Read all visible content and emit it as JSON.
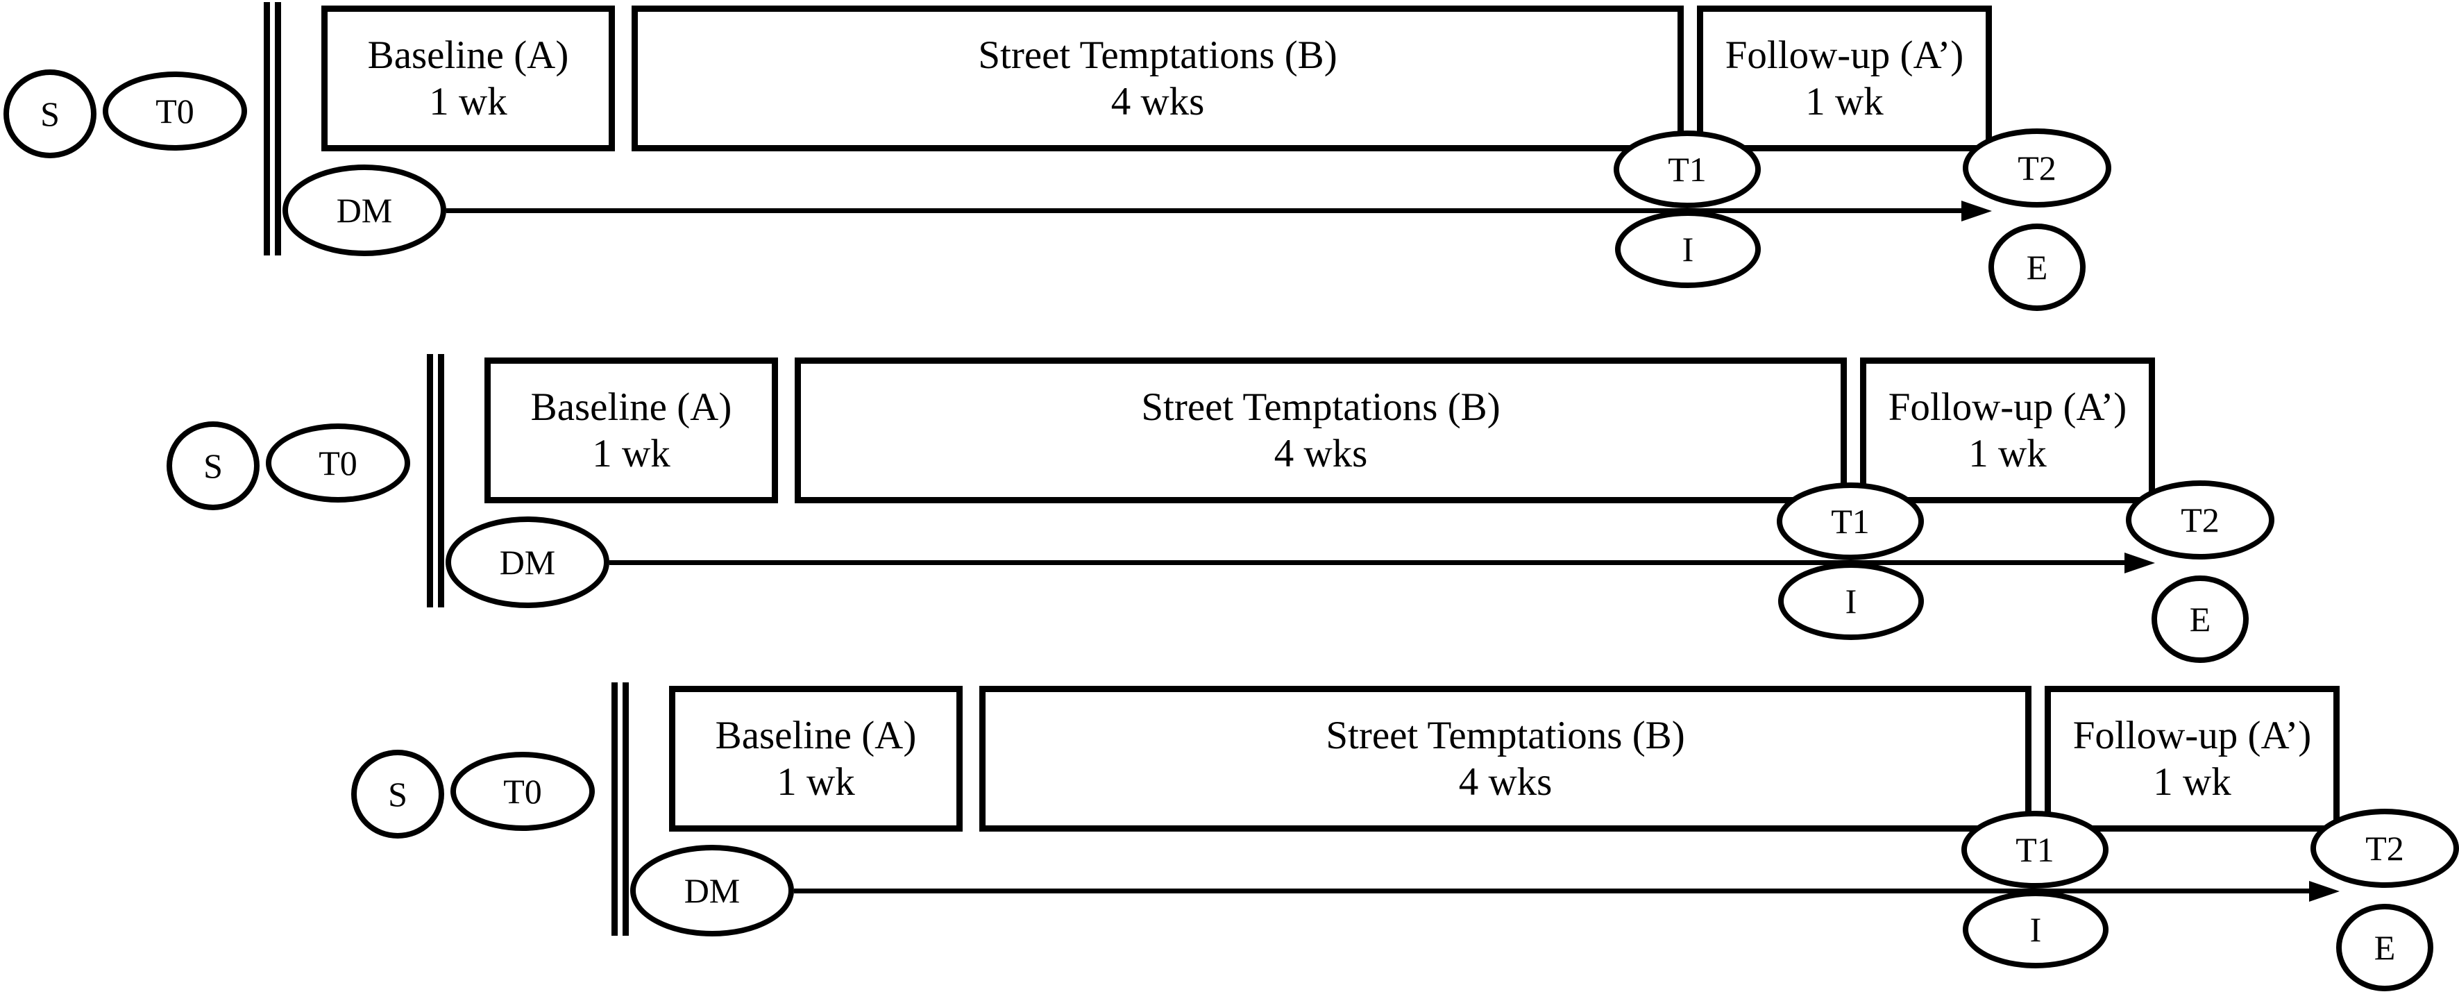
{
  "figure": {
    "background_color": "#ffffff",
    "stroke_color": "#000000",
    "rows": [
      {
        "subject_label": "S",
        "pretest_label": "T0",
        "daily_measure_label": "DM",
        "posttest_label": "T1",
        "interview_label": "I",
        "followup_test_label": "T2",
        "evaluation_label": "E",
        "phases": {
          "baseline": {
            "name": "Baseline (A)",
            "duration": "1 wk"
          },
          "intervention": {
            "name": "Street Temptations (B)",
            "duration": "4 wks"
          },
          "followup": {
            "name": "Follow-up (A’)",
            "duration": "1 wk"
          }
        }
      },
      {
        "subject_label": "S",
        "pretest_label": "T0",
        "daily_measure_label": "DM",
        "posttest_label": "T1",
        "interview_label": "I",
        "followup_test_label": "T2",
        "evaluation_label": "E",
        "phases": {
          "baseline": {
            "name": "Baseline (A)",
            "duration": "1 wk"
          },
          "intervention": {
            "name": "Street Temptations (B)",
            "duration": "4 wks"
          },
          "followup": {
            "name": "Follow-up (A’)",
            "duration": "1 wk"
          }
        }
      },
      {
        "subject_label": "S",
        "pretest_label": "T0",
        "daily_measure_label": "DM",
        "posttest_label": "T1",
        "interview_label": "I",
        "followup_test_label": "T2",
        "evaluation_label": "E",
        "phases": {
          "baseline": {
            "name": "Baseline (A)",
            "duration": "1 wk"
          },
          "intervention": {
            "name": "Street Temptations (B)",
            "duration": "4 wks"
          },
          "followup": {
            "name": "Follow-up (A’)",
            "duration": "1 wk"
          }
        }
      }
    ]
  }
}
